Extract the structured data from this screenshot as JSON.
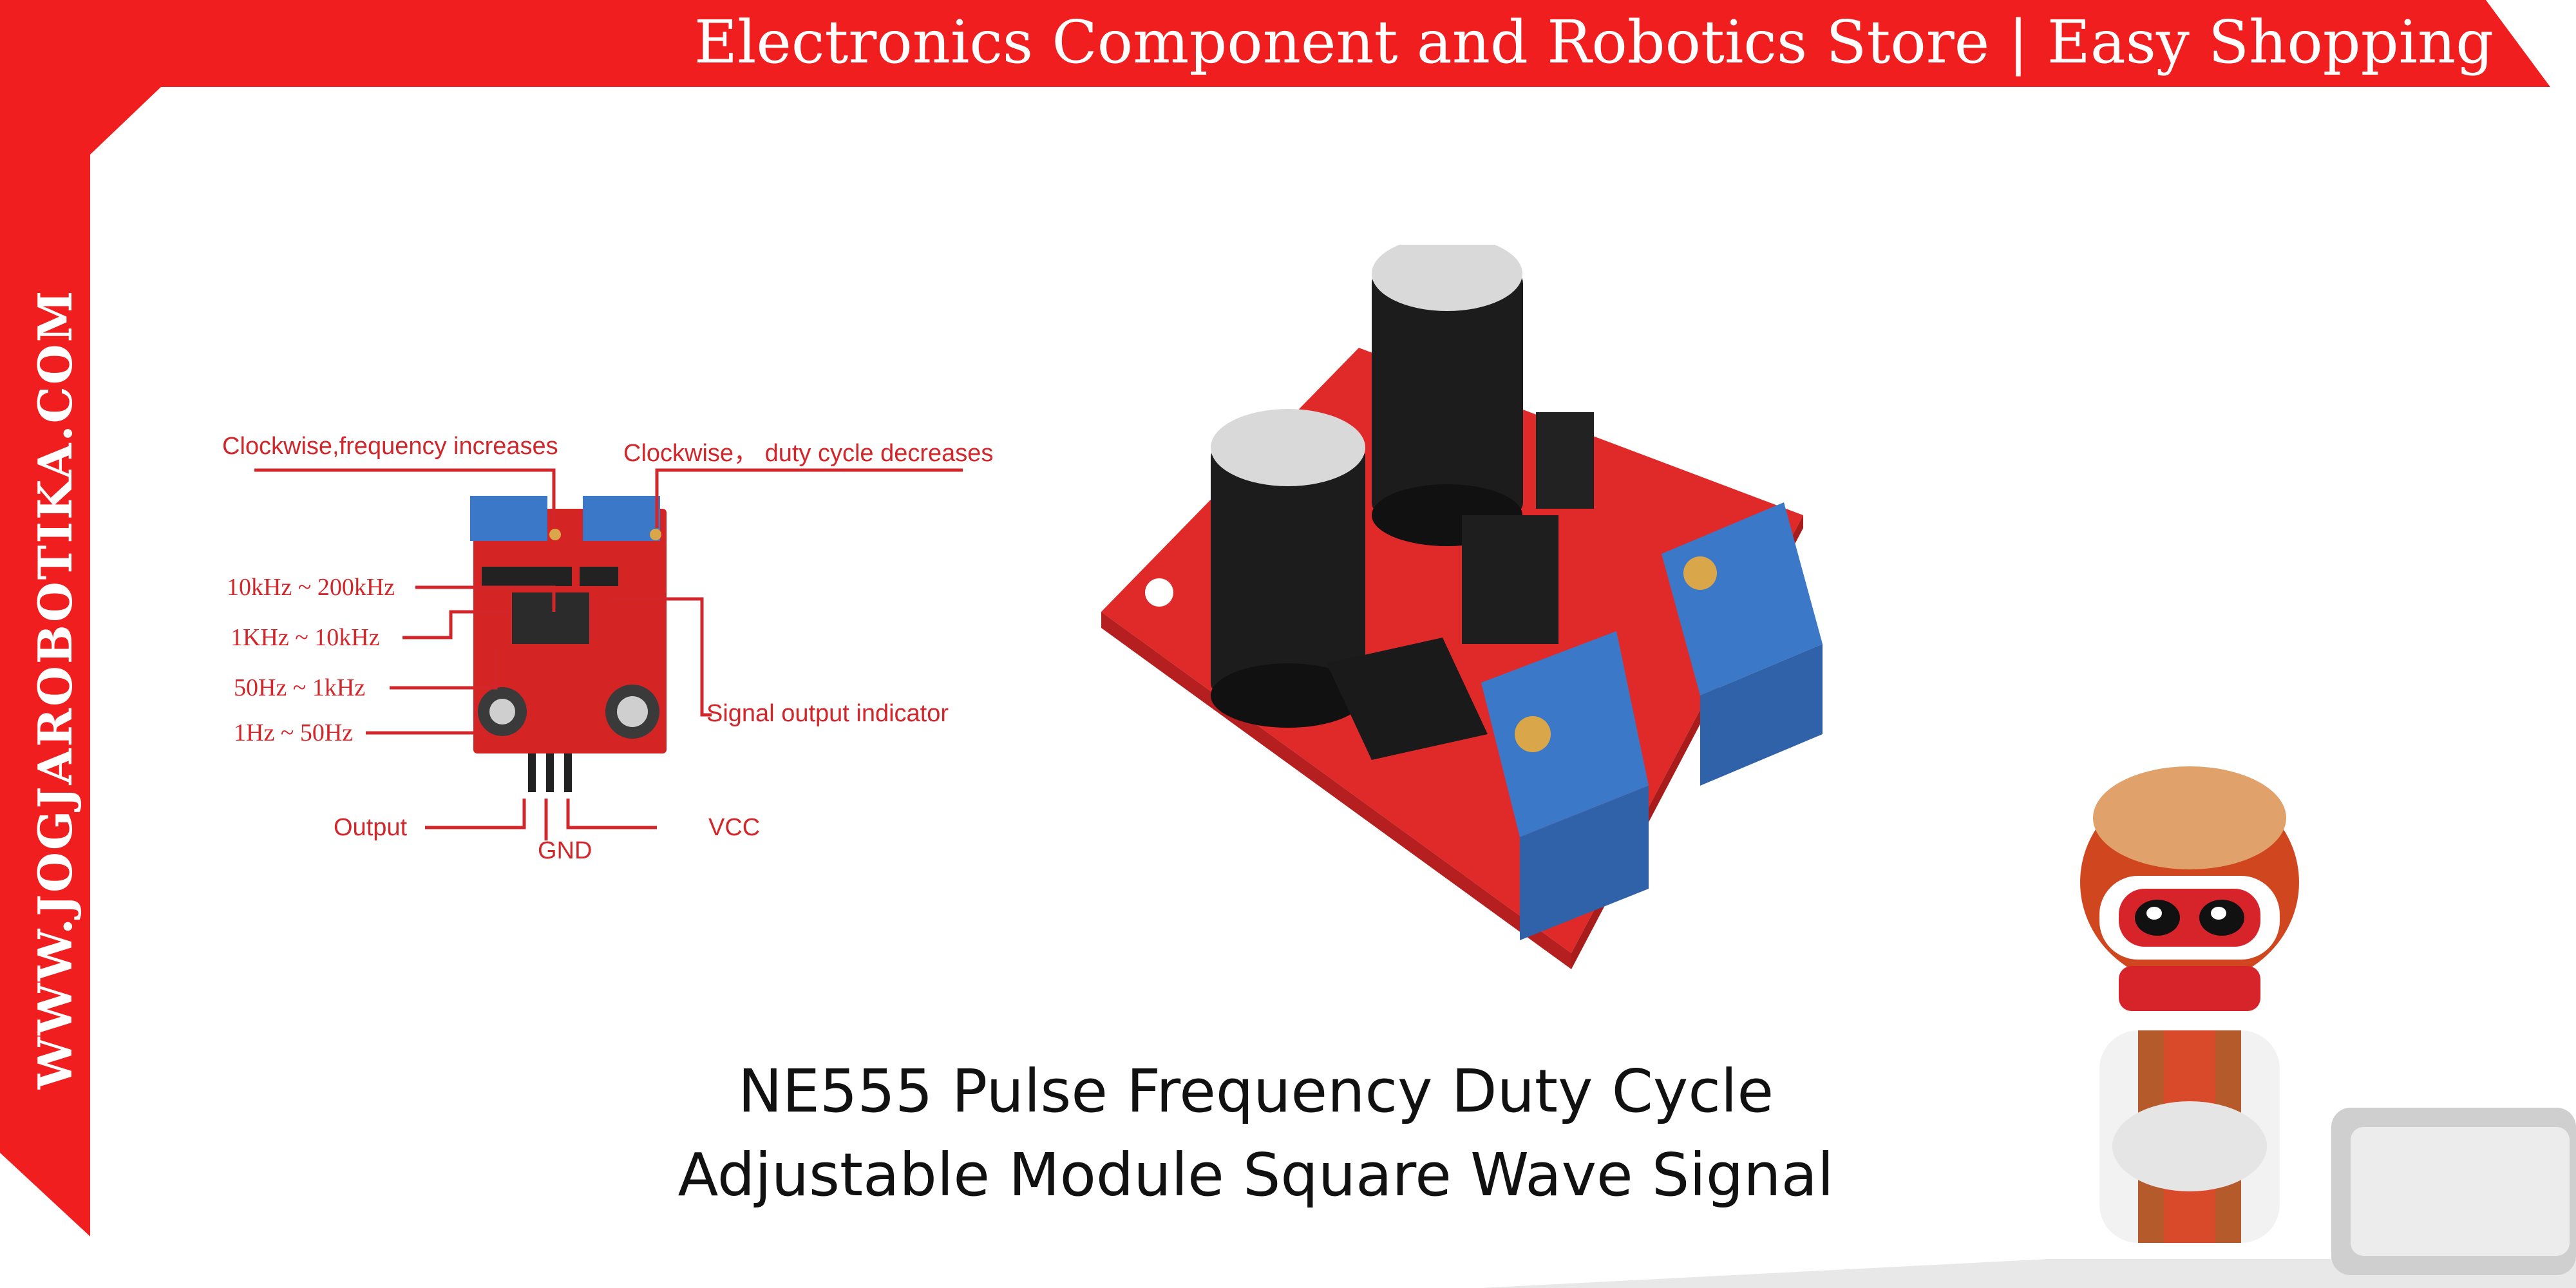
{
  "banner": {
    "tagline": "Electronics Component and Robotics Store | Easy Shopping",
    "site_vertical": "WWW.JOGJAROBOTIKA.COM"
  },
  "product": {
    "title_line1": "NE555 Pulse Frequency Duty Cycle",
    "title_line2": "Adjustable Module Square Wave Signal"
  },
  "diagram": {
    "label_freq": "Clockwise,frequency increases",
    "label_duty": "Clockwise， duty cycle decreases",
    "range_1": "10kHz ~ 200kHz",
    "range_2": "1KHz ~ 10kHz",
    "range_3": "50Hz ~ 1kHz",
    "range_4": "1Hz ~ 50Hz",
    "label_indicator": "Signal output indicator",
    "pin_output": "Output",
    "pin_gnd": "GND",
    "pin_vcc": "VCC"
  },
  "colors": {
    "brand_red": "#f01e1e",
    "board_red": "#e02a2a",
    "trimpot_blue": "#3c78c8",
    "annotation_red": "#d3262a"
  },
  "icons": [
    "mascot-robot-icon"
  ]
}
